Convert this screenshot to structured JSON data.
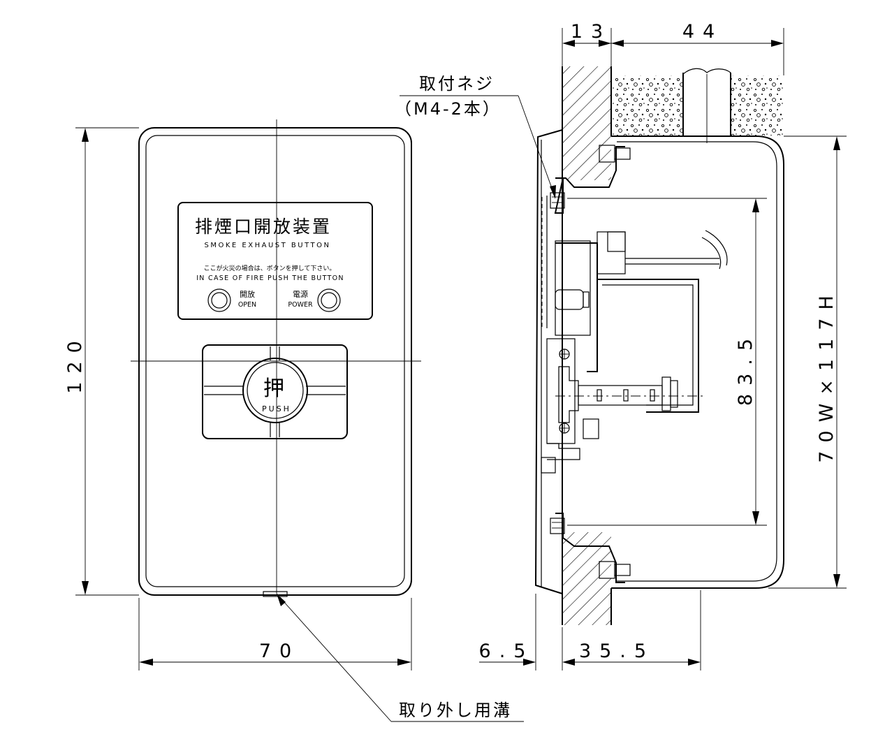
{
  "front_view": {
    "plate_title_jp": "排煙口開放装置",
    "plate_title_en": "SMOKE EXHAUST BUTTON",
    "instruction_jp": "ここが火災の場合は、ボタンを押して下さい。",
    "instruction_en": "IN CASE OF FIRE PUSH THE BUTTON",
    "indicator_open_jp": "開放",
    "indicator_open_en": "OPEN",
    "indicator_power_jp": "電源",
    "indicator_power_en": "POWER",
    "button_char": "押",
    "button_en": "PUSH"
  },
  "dimensions": {
    "height": "120",
    "width": "70",
    "wall_depth": "13",
    "box_depth": "44",
    "plate_offset": "6.5",
    "body_depth": "35.5",
    "screw_pitch": "83.5",
    "box_size": "70W×117H"
  },
  "callouts": {
    "screw_label": "取付ネジ",
    "screw_spec": "（M4-2本）",
    "groove_label": "取り外し用溝"
  }
}
